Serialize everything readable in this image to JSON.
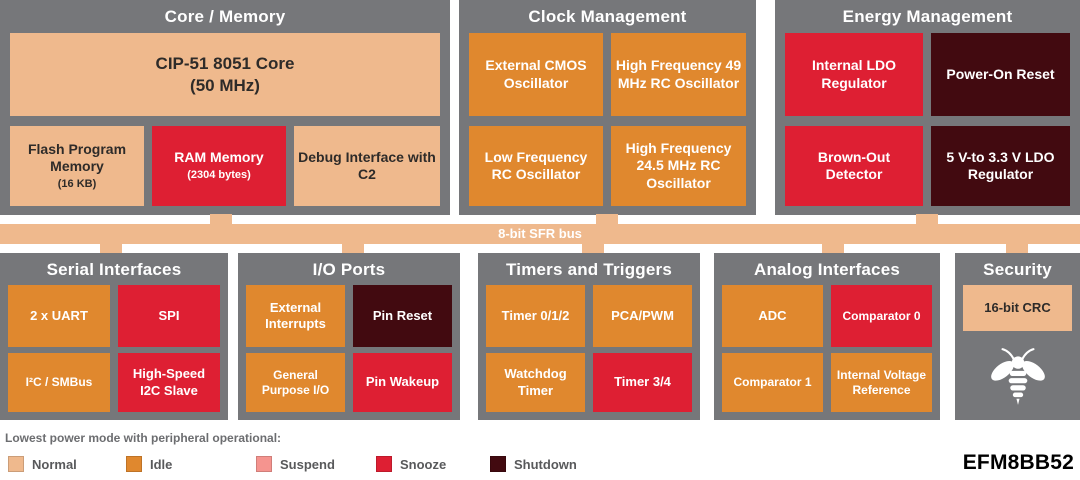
{
  "part_number": "EFM8BB52",
  "bus": {
    "label": "8-bit SFR bus"
  },
  "palette": {
    "panel_gray": "#76777a",
    "normal": "#efb98d",
    "idle": "#e0882e",
    "suspend": "#f5948f",
    "snooze": "#de1f33",
    "shutdown": "#420a10"
  },
  "panels": {
    "core_memory": {
      "title": "Core / Memory",
      "cip": {
        "label": "CIP-51 8051 Core",
        "line2": "(50 MHz)"
      },
      "flash": {
        "label": "Flash Program Memory",
        "note": "(16 KB)"
      },
      "ram": {
        "label": "RAM Memory",
        "note": "(2304 bytes)"
      },
      "debug": {
        "label": "Debug Interface with C2"
      }
    },
    "clock": {
      "title": "Clock Management",
      "ext_cmos": {
        "label": "External CMOS Oscillator"
      },
      "hf49": {
        "label": "High Frequency 49 MHz RC Oscillator"
      },
      "lf_rc": {
        "label": "Low Frequency RC Oscillator"
      },
      "hf245": {
        "label": "High Frequency 24.5 MHz RC Oscillator"
      }
    },
    "energy": {
      "title": "Energy Management",
      "internal_ldo": {
        "label": "Internal LDO Regulator"
      },
      "por": {
        "label": "Power-On Reset"
      },
      "brown_out": {
        "label": "Brown-Out Detector"
      },
      "ldo_5v": {
        "label": "5 V-to 3.3 V LDO Regulator"
      }
    },
    "serial": {
      "title": "Serial Interfaces",
      "uart": {
        "label": "2 x UART"
      },
      "spi": {
        "label": "SPI"
      },
      "i2c": {
        "label": "I²C / SMBus"
      },
      "hs_i2c": {
        "label": "High-Speed I2C Slave"
      }
    },
    "io": {
      "title": "I/O Ports",
      "ext_int": {
        "label": "External Interrupts"
      },
      "pin_reset": {
        "label": "Pin Reset"
      },
      "gpio": {
        "label": "General Purpose I/O"
      },
      "pin_wakeup": {
        "label": "Pin Wakeup"
      }
    },
    "timers": {
      "title": "Timers and Triggers",
      "timer012": {
        "label": "Timer 0/1/2"
      },
      "pca_pwm": {
        "label": "PCA/PWM"
      },
      "watchdog": {
        "label": "Watchdog Timer"
      },
      "timer34": {
        "label": "Timer 3/4"
      }
    },
    "analog": {
      "title": "Analog Interfaces",
      "adc": {
        "label": "ADC"
      },
      "comp0": {
        "label": "Comparator 0"
      },
      "comp1": {
        "label": "Comparator 1"
      },
      "vref": {
        "label": "Internal Voltage Reference"
      }
    },
    "security": {
      "title": "Security",
      "crc": {
        "label": "16-bit CRC"
      },
      "logo": "busy-bee-logo"
    }
  },
  "legend": {
    "caption": "Lowest power mode with peripheral operational:",
    "items": [
      {
        "label": "Normal",
        "color": "#efb98d"
      },
      {
        "label": "Idle",
        "color": "#e0882e"
      },
      {
        "label": "Suspend",
        "color": "#f5948f"
      },
      {
        "label": "Snooze",
        "color": "#de1f33"
      },
      {
        "label": "Shutdown",
        "color": "#420a10"
      }
    ]
  }
}
